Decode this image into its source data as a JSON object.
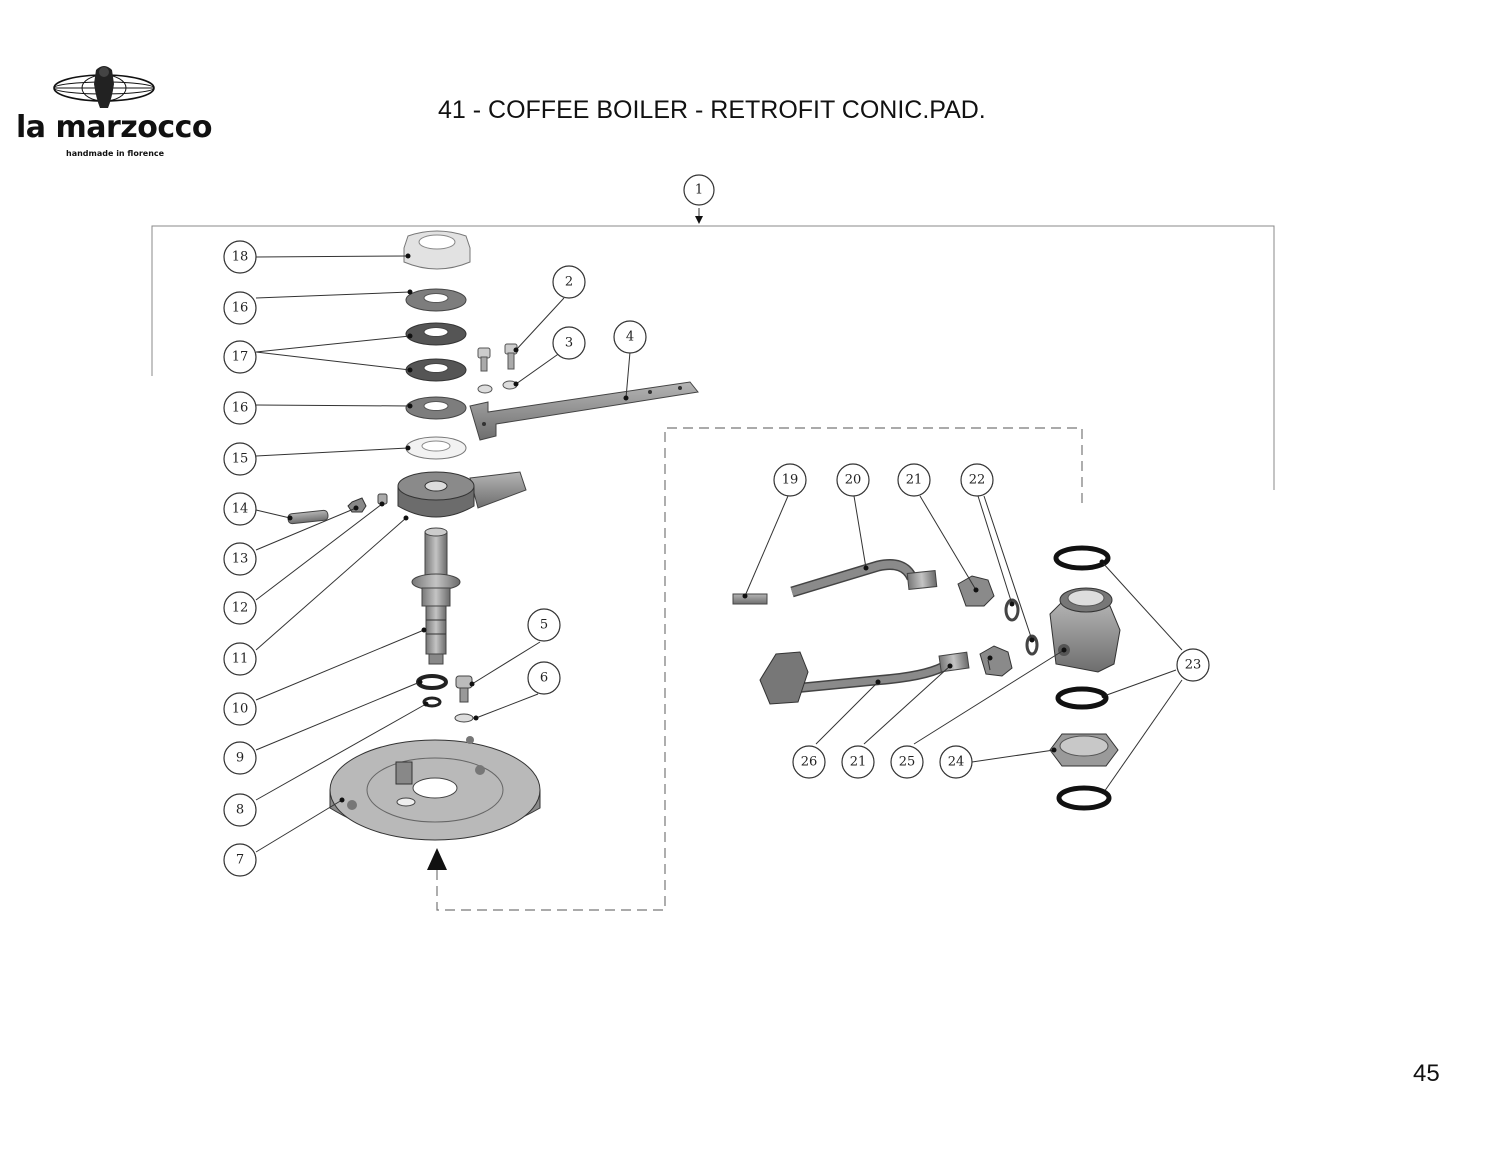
{
  "brand": {
    "name": "la marzocco",
    "tagline": "handmade in florence"
  },
  "title": "41 - COFFEE BOILER - RETROFIT CONIC.PAD.",
  "page_number": "45",
  "callouts": {
    "c1": "1",
    "c2": "2",
    "c3": "3",
    "c4": "4",
    "c5": "5",
    "c6": "6",
    "c7": "7",
    "c8": "8",
    "c9": "9",
    "c10": "10",
    "c11": "11",
    "c12": "12",
    "c13": "13",
    "c14": "14",
    "c15": "15",
    "c16a": "16",
    "c16b": "16",
    "c17": "17",
    "c18": "18",
    "c19": "19",
    "c20": "20",
    "c21a": "21",
    "c21b": "21",
    "c22": "22",
    "c23": "23",
    "c24": "24",
    "c25": "25",
    "c26": "26"
  },
  "colors": {
    "part_dark": "#555555",
    "part_mid": "#8a8a8a",
    "part_light": "#c8c8c8",
    "line": "#333333"
  }
}
